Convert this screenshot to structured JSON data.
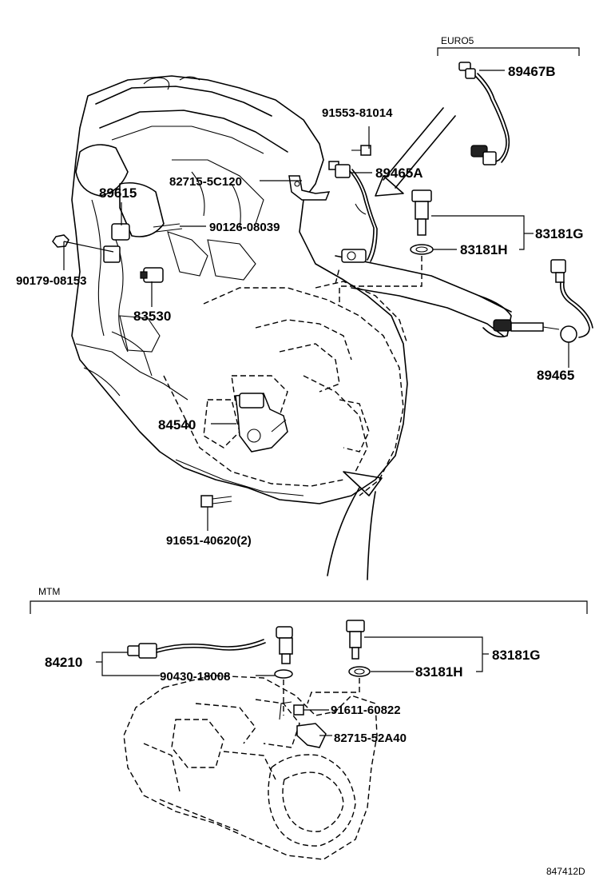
{
  "sections": {
    "euro5_label": "EURO5",
    "mtm_label": "MTM"
  },
  "parts": {
    "p89467B": "89467B",
    "p91553": "91553-81014",
    "p89465A": "89465A",
    "p82715_5C120": "82715-5C120",
    "p89615": "89615",
    "p90126": "90126-08039",
    "p83181G_top": "83181G",
    "p83181H_top": "83181H",
    "p90179": "90179-08153",
    "p83530": "83530",
    "p89465": "89465",
    "p84540": "84540",
    "p91651": "91651-40620(2)",
    "p84210": "84210",
    "p83181G_bot": "83181G",
    "p90430": "90430-18008",
    "p83181H_bot": "83181H",
    "p91611": "91611-60822",
    "p82715_52A40": "82715-52A40"
  },
  "diagram_code": "847412D"
}
